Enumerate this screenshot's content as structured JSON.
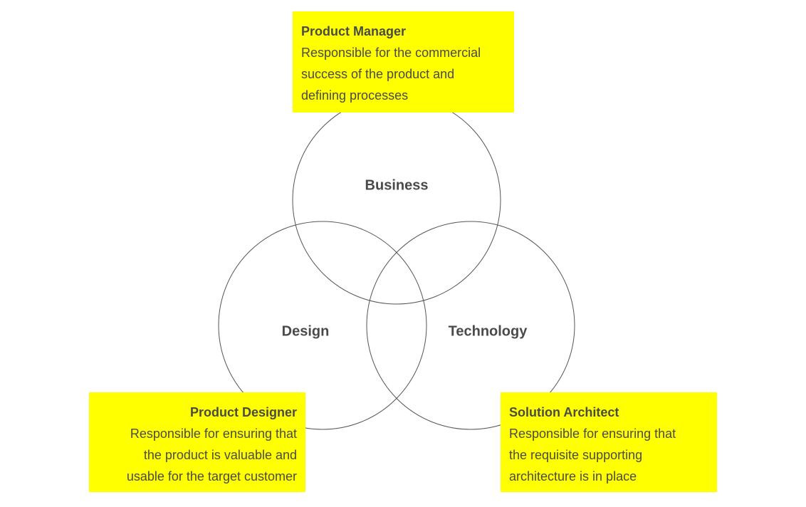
{
  "diagram": {
    "circles": [
      {
        "id": "business",
        "label": "Business"
      },
      {
        "id": "design",
        "label": "Design"
      },
      {
        "id": "technology",
        "label": "Technology"
      }
    ],
    "callouts": [
      {
        "id": "product-manager",
        "role": "Product Manager",
        "description": "Responsible for the commercial\nsuccess of the product and\ndefining processes"
      },
      {
        "id": "product-designer",
        "role": "Product Designer",
        "description": "Responsible for ensuring that\nthe product is valuable and\nusable for the target customer"
      },
      {
        "id": "solution-architect",
        "role": "Solution Architect",
        "description": "Responsible for ensuring that\nthe requisite supporting\narchitecture is in place"
      }
    ],
    "colors": {
      "callout_background": "#ffff00",
      "text": "#4a4a4a",
      "circle_stroke": "#555555"
    }
  }
}
